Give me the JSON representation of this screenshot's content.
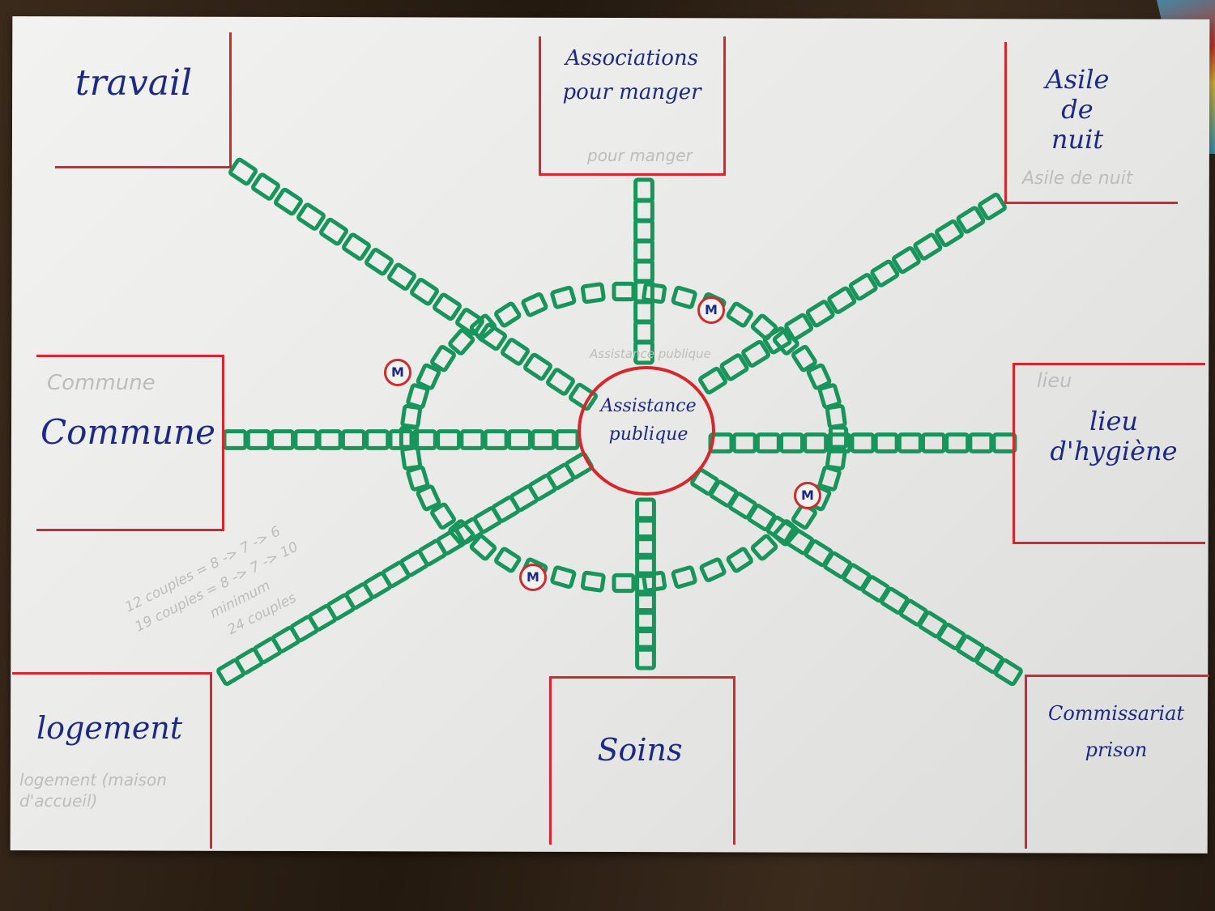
{
  "board": {
    "center": {
      "label_line1": "Assistance",
      "label_line2": "publique",
      "faint": "Assistance publique"
    },
    "locations": [
      {
        "id": "travail",
        "label": "travail"
      },
      {
        "id": "associations",
        "label_line1": "Associations",
        "label_line2": "pour manger",
        "faint": "pour manger"
      },
      {
        "id": "asile",
        "label_line1": "Asile",
        "label_line2": "de",
        "label_line3": "nuit",
        "faint": "Asile de nuit"
      },
      {
        "id": "commune",
        "label": "Commune",
        "faint": "Commune"
      },
      {
        "id": "hygiene",
        "label_line1": "lieu",
        "label_line2": "d'hygiène",
        "faint": "lieu"
      },
      {
        "id": "logement",
        "label": "logement",
        "faint": "logement (maison d'accueil)"
      },
      {
        "id": "soins",
        "label": "Soins"
      },
      {
        "id": "commissariat",
        "label_line1": "Commissariat",
        "label_line2": "prison"
      }
    ],
    "markers": [
      "M",
      "M",
      "M",
      "M"
    ],
    "pencil_notes": [
      "12 couples = 8 -> 7 -> 6",
      "19 couples = 8 -> 7 -> 10",
      "minimum",
      "24 couples"
    ],
    "colors": {
      "track": "#17955a",
      "border": "#d8262c",
      "ink": "#1c2a86"
    }
  }
}
